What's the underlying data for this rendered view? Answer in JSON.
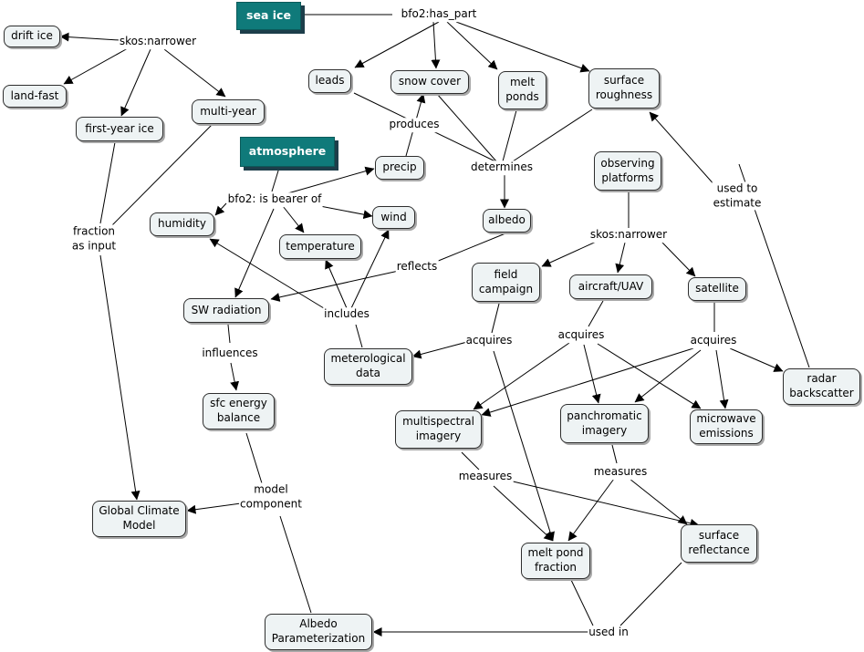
{
  "nodes": {
    "sea_ice": "sea ice",
    "drift_ice": "drift ice",
    "land_fast": "land-fast",
    "first_year_ice": "first-year ice",
    "multi_year": "multi-year",
    "leads": "leads",
    "snow_cover": "snow cover",
    "melt_ponds": "melt\nponds",
    "surface_roughness": "surface\nroughness",
    "atmosphere": "atmosphere",
    "precip": "precip",
    "humidity": "humidity",
    "temperature": "temperature",
    "wind": "wind",
    "albedo": "albedo",
    "observing_platforms": "observing\nplatforms",
    "field_campaign": "field\ncampaign",
    "aircraft_uav": "aircraft/UAV",
    "satellite": "satellite",
    "sw_radiation": "SW radiation",
    "meteorological_data": "meterological\ndata",
    "radar_backscatter": "radar\nbackscatter",
    "sfc_energy_balance": "sfc energy\nbalance",
    "multispectral_imagery": "multispectral\nimagery",
    "panchromatic_imagery": "panchromatic\nimagery",
    "microwave_emissions": "microwave\nemissions",
    "global_climate_model": "Global Climate\nModel",
    "melt_pond_fraction": "melt pond\nfraction",
    "surface_reflectance": "surface\nreflectance",
    "albedo_parameterization": "Albedo\nParameterization"
  },
  "links": {
    "bfo2_has_part": "bfo2:has_part",
    "skos_narrower_ice": "skos:narrower",
    "fraction_as_input": "fraction\nas input",
    "produces": "produces",
    "determines": "determines",
    "bfo2_is_bearer_of": "bfo2: is bearer of",
    "used_to_estimate": "used to\nestimate",
    "skos_narrower_platforms": "skos:narrower",
    "reflects": "reflects",
    "includes": "includes",
    "influences": "influences",
    "acquires_field": "acquires",
    "acquires_aircraft": "acquires",
    "acquires_satellite": "acquires",
    "measures_multi": "measures",
    "measures_pan": "measures",
    "model_component": "model\ncomponent",
    "used_in": "used in"
  },
  "colors": {
    "top_node_fill": "#0f7a7a",
    "top_node_shadow": "#1d3e4a",
    "node_fill": "#eef3f4",
    "edge": "#000000"
  }
}
